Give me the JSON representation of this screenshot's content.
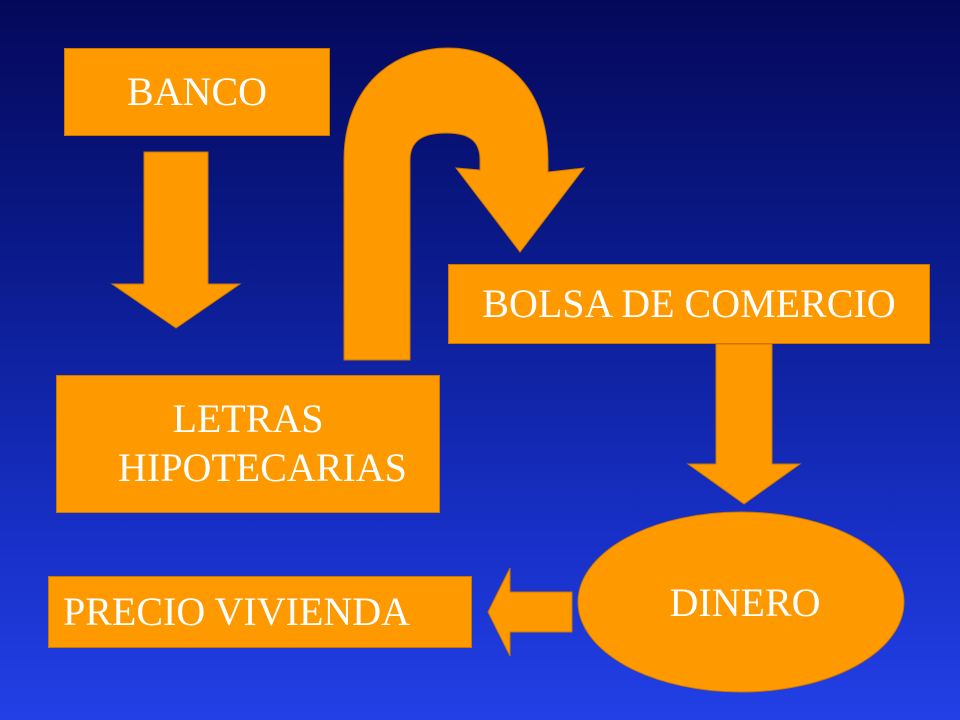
{
  "nodes": {
    "banco": "BANCO",
    "letras": "LETRAS HIPOTECARIAS",
    "bolsa": "BOLSA DE COMERCIO",
    "dinero": "DINERO",
    "precio": "PRECIO VIVIENDA"
  },
  "colors": {
    "shape_fill": "#ff9900",
    "text": "#ffffff",
    "background_top": "#05085a",
    "background_bottom": "#2240e6"
  }
}
